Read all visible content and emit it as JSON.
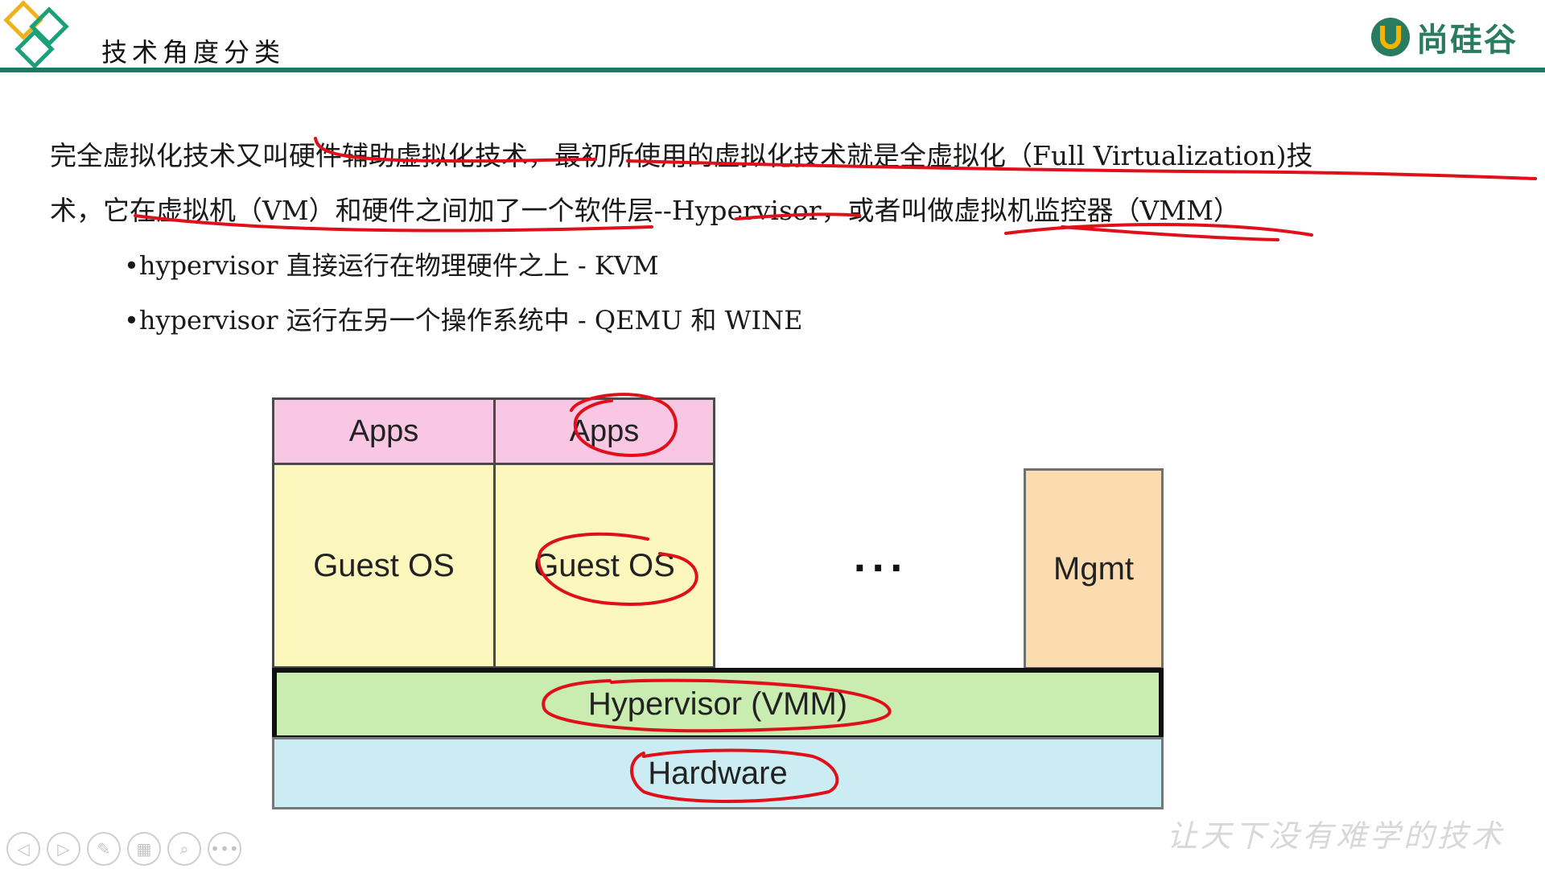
{
  "header": {
    "title": "技术角度分类",
    "brand": "尚硅谷"
  },
  "content": {
    "line1": "完全虚拟化技术又叫硬件辅助虚拟化技术，最初所使用的虚拟化技术就是全虚拟化（Full Virtualization)技",
    "line2": "术，它在虚拟机（VM）和硬件之间加了一个软件层--Hypervisor，或者叫做虚拟机监控器（VMM）",
    "bullets": [
      "•hypervisor 直接运行在物理硬件之上 - KVM",
      "•hypervisor 运行在另一个操作系统中 - QEMU 和 WINE"
    ]
  },
  "diagram": {
    "apps1": "Apps",
    "apps2": "Apps",
    "guest1": "Guest OS",
    "guest2": "Guest OS",
    "ellipsis": "...",
    "mgmt": "Mgmt",
    "hypervisor": "Hypervisor (VMM)",
    "hardware": "Hardware"
  },
  "toolbar": {
    "icons": [
      "prev-icon",
      "next-icon",
      "pen-icon",
      "slides-icon",
      "zoom-icon",
      "more-icon"
    ],
    "glyphs": [
      "◁",
      "▷",
      "✎",
      "▦",
      "⌕",
      "•••"
    ]
  },
  "footer": {
    "slogan": "让天下没有难学的技术"
  },
  "colors": {
    "accent": "#1c7a63",
    "annotation": "#e0101a"
  }
}
